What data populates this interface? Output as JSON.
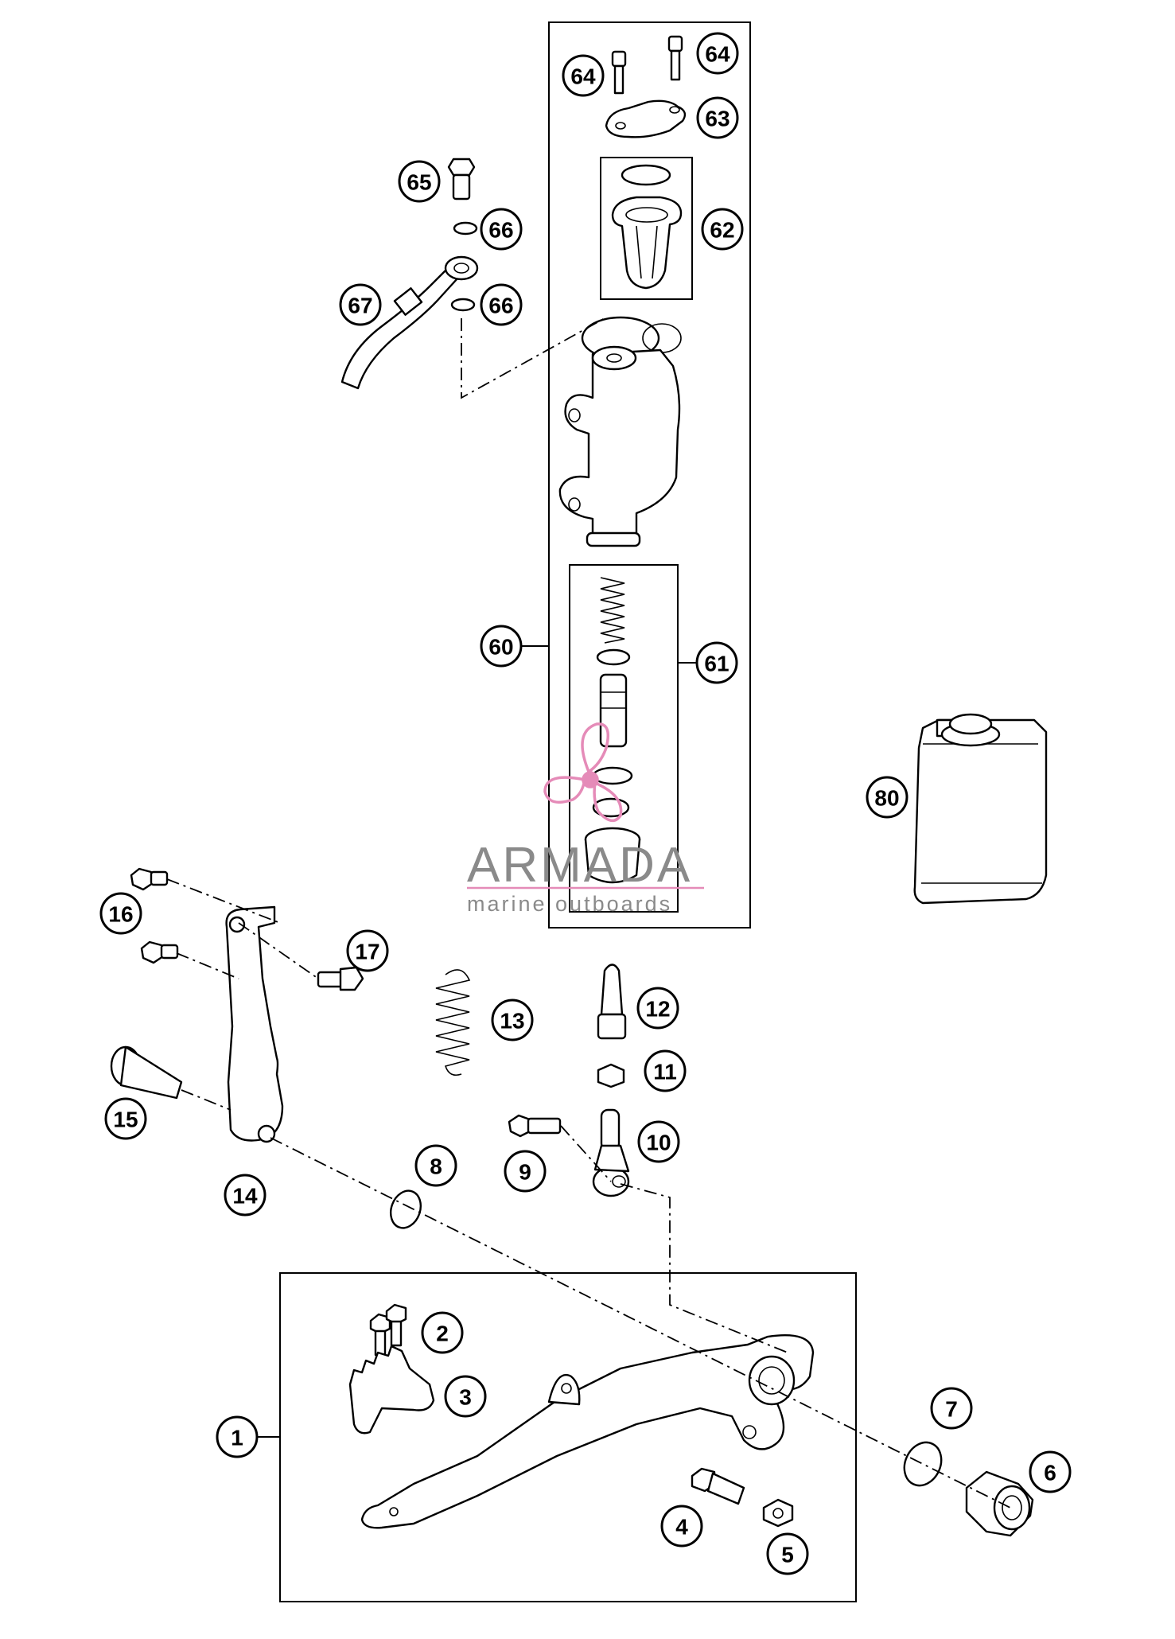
{
  "watermark": {
    "title": "ARMADA",
    "subtitle": "marine outboards",
    "logo_icon": "propeller-logo-icon",
    "logo_color": "#e58bb8",
    "text_color": "#8a8a8a"
  },
  "callouts": [
    {
      "id": "c1",
      "label": "1"
    },
    {
      "id": "c2",
      "label": "2"
    },
    {
      "id": "c3",
      "label": "3"
    },
    {
      "id": "c4",
      "label": "4"
    },
    {
      "id": "c5",
      "label": "5"
    },
    {
      "id": "c6",
      "label": "6"
    },
    {
      "id": "c7",
      "label": "7"
    },
    {
      "id": "c8",
      "label": "8"
    },
    {
      "id": "c9",
      "label": "9"
    },
    {
      "id": "c10",
      "label": "10"
    },
    {
      "id": "c11",
      "label": "11"
    },
    {
      "id": "c12",
      "label": "12"
    },
    {
      "id": "c13",
      "label": "13"
    },
    {
      "id": "c14",
      "label": "14"
    },
    {
      "id": "c15",
      "label": "15"
    },
    {
      "id": "c16",
      "label": "16"
    },
    {
      "id": "c17",
      "label": "17"
    },
    {
      "id": "c60",
      "label": "60"
    },
    {
      "id": "c61",
      "label": "61"
    },
    {
      "id": "c62",
      "label": "62"
    },
    {
      "id": "c63",
      "label": "63"
    },
    {
      "id": "c64a",
      "label": "64"
    },
    {
      "id": "c64b",
      "label": "64"
    },
    {
      "id": "c65",
      "label": "65"
    },
    {
      "id": "c66a",
      "label": "66"
    },
    {
      "id": "c66b",
      "label": "66"
    },
    {
      "id": "c67",
      "label": "67"
    },
    {
      "id": "c80",
      "label": "80"
    }
  ]
}
